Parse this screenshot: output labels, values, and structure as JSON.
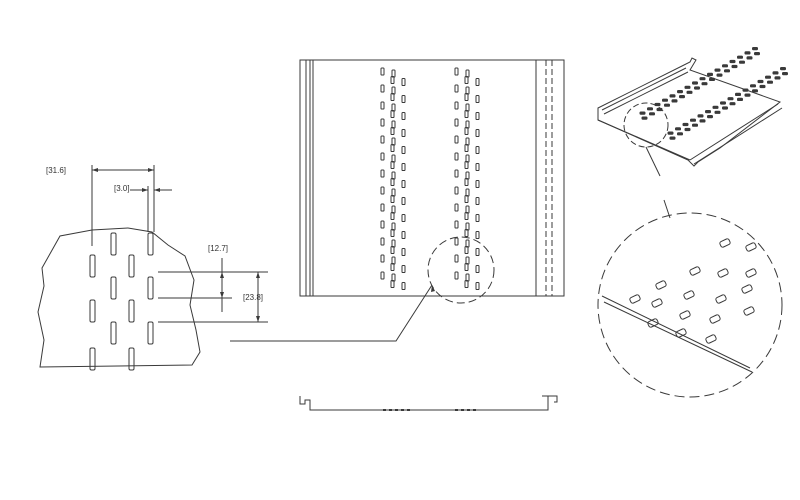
{
  "dimensions": {
    "overall_width": "[31.6]",
    "slot_width": "[3.0]",
    "slot_pitch": "[12.7]",
    "row_spacing": "[23.8]"
  },
  "colors": {
    "line": "#3a3a3a",
    "background": "#ffffff"
  }
}
